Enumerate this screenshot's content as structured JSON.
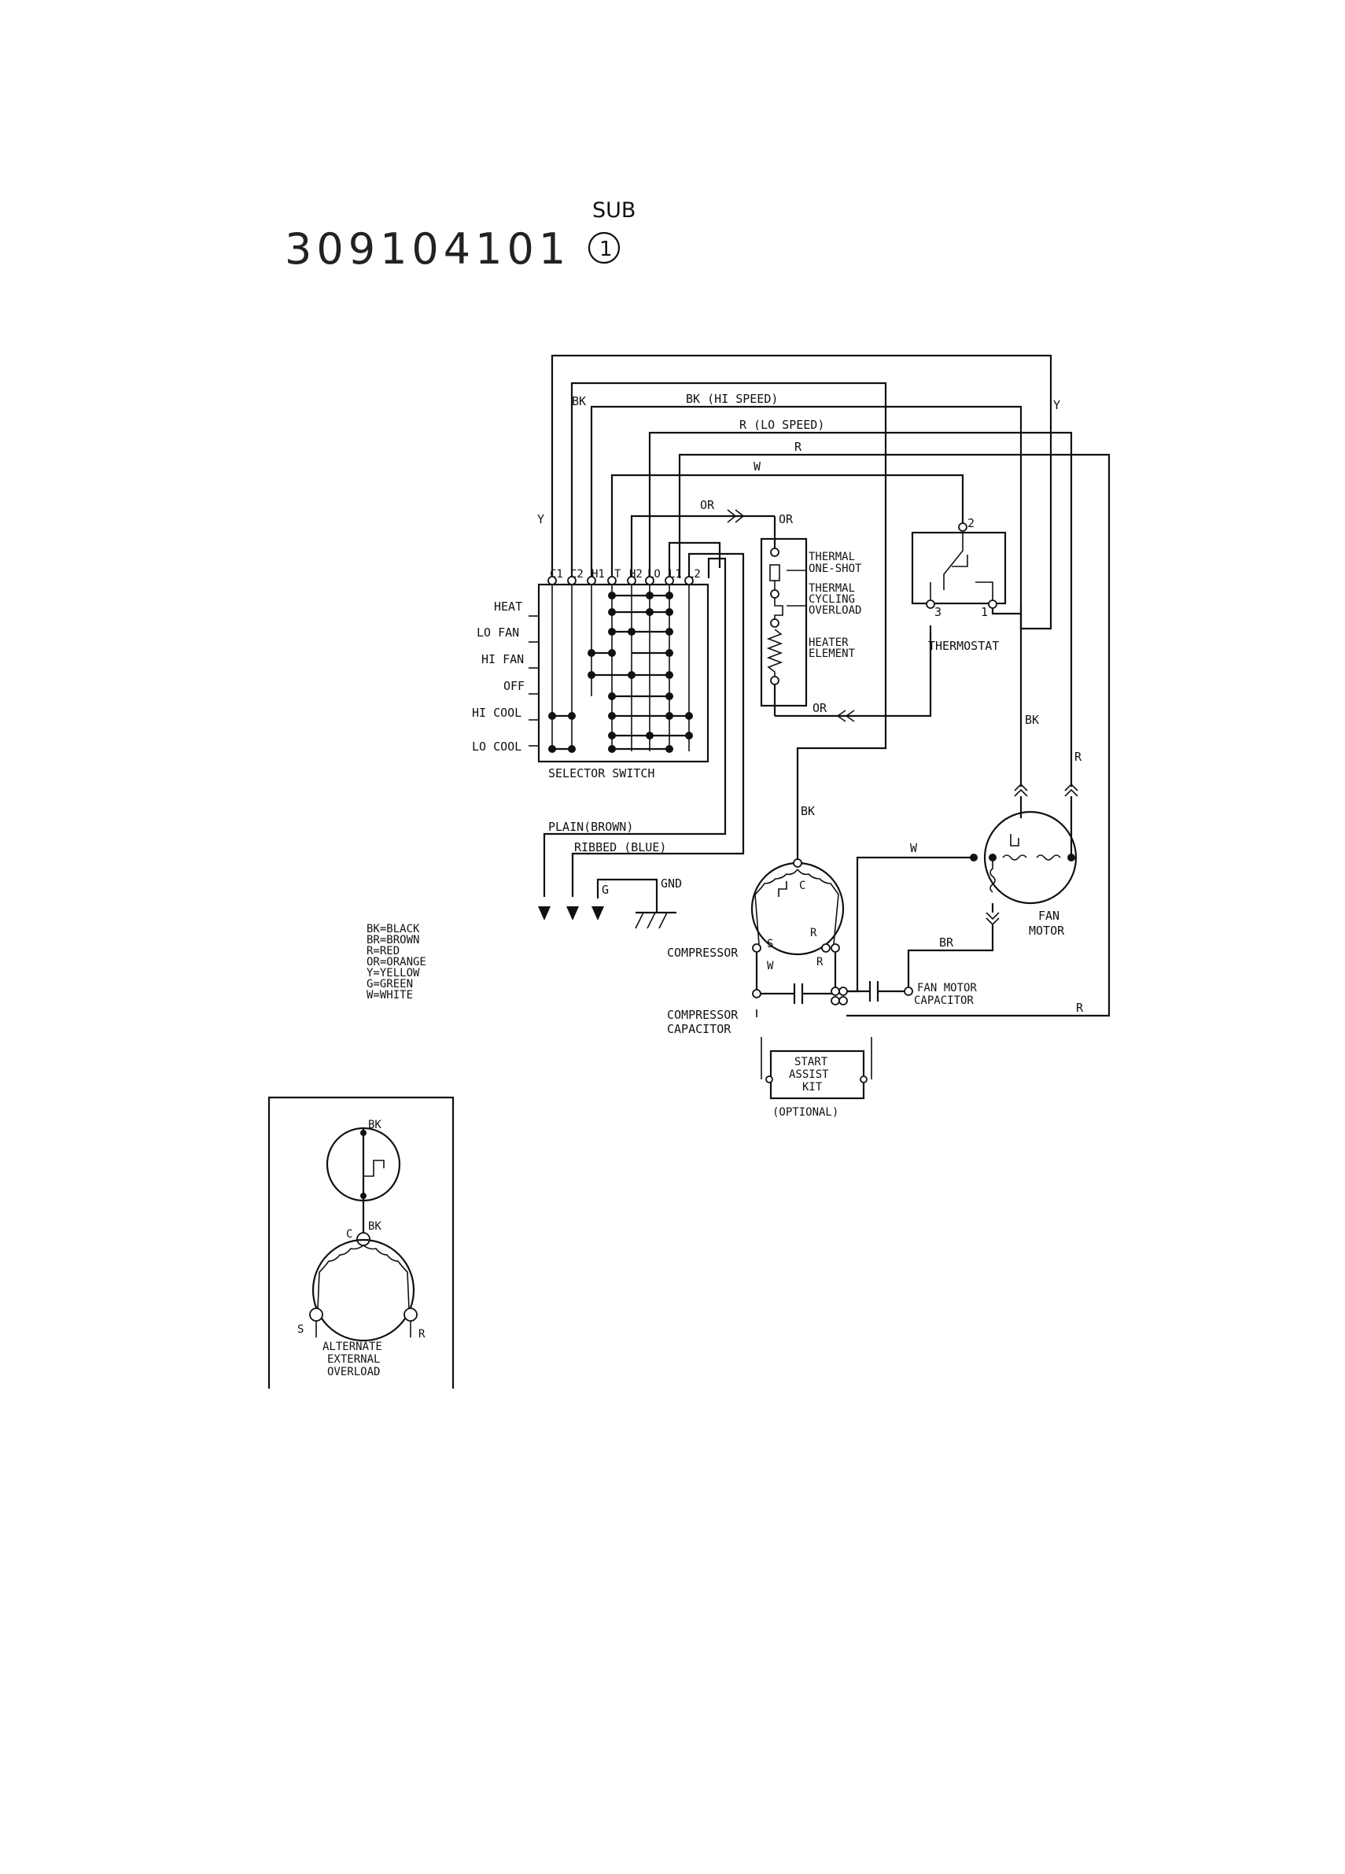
{
  "header": {
    "part_number": "309104101",
    "sub_label": "SUB",
    "sub_number": "1"
  },
  "wires": {
    "y": "Y",
    "bk": "BK",
    "bk_hi": "BK (HI SPEED)",
    "r_lo": "R (LO SPEED)",
    "r": "R",
    "w": "W",
    "or": "OR",
    "br": "BR"
  },
  "switch": {
    "terminals": [
      "C1",
      "C2",
      "H1",
      "T",
      "H2",
      "LO",
      "L1",
      "L2"
    ],
    "positions": [
      "HEAT",
      "LO FAN",
      "HI FAN",
      "OFF",
      "HI COOL",
      "LO COOL"
    ],
    "label": "SELECTOR SWITCH"
  },
  "heater": {
    "one_shot": [
      "THERMAL",
      "ONE-SHOT"
    ],
    "cycling": [
      "THERMAL",
      "CYCLING",
      "OVERLOAD"
    ],
    "element": [
      "HEATER",
      "ELEMENT"
    ]
  },
  "thermostat": {
    "label": "THERMOSTAT",
    "t2": "2",
    "t3": "3",
    "t1": "1"
  },
  "power_cord": {
    "plain": "PLAIN(BROWN)",
    "ribbed": "RIBBED (BLUE)",
    "g": "G",
    "gnd": "GND"
  },
  "compressor": {
    "label": "COMPRESSOR",
    "c": "C",
    "s": "S",
    "r": "R"
  },
  "compressor_capacitor": [
    "COMPRESSOR",
    "CAPACITOR"
  ],
  "fan_motor": [
    "FAN",
    "MOTOR"
  ],
  "fan_motor_capacitor": [
    "FAN MOTOR",
    "CAPACITOR"
  ],
  "start_assist": {
    "lines": [
      "START",
      "ASSIST",
      "KIT"
    ],
    "optional": "(OPTIONAL)"
  },
  "legend": [
    "BK=BLACK",
    "BR=BROWN",
    "R=RED",
    "OR=ORANGE",
    "Y=YELLOW",
    "G=GREEN",
    "W=WHITE"
  ],
  "inset": {
    "bk_top": "BK",
    "bk_mid": "BK",
    "c": "C",
    "s": "S",
    "r": "R",
    "caption": [
      "ALTERNATE",
      "EXTERNAL",
      "OVERLOAD"
    ]
  }
}
